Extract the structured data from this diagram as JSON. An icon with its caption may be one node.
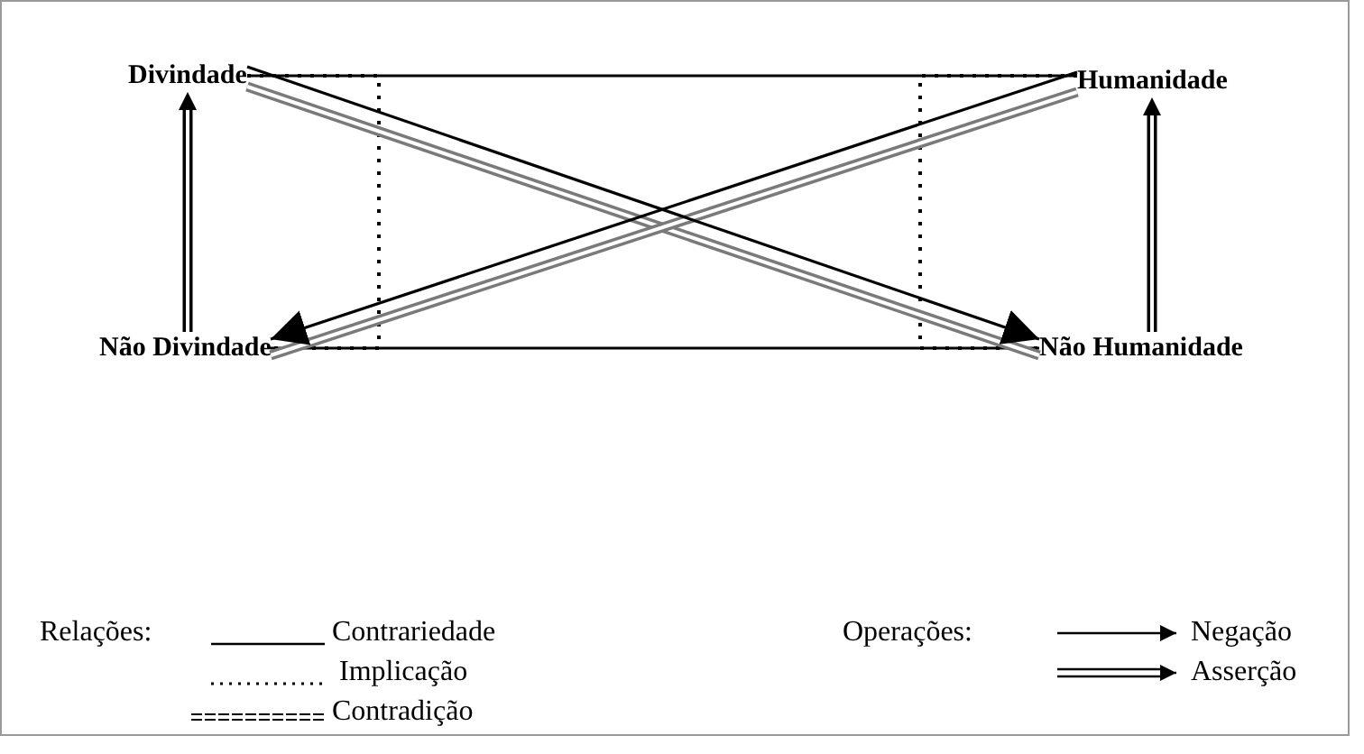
{
  "diagram": {
    "nodes": [
      {
        "text": [
          "Divindade"
        ]
      },
      {
        "text": [
          "Humanidade"
        ]
      },
      {
        "text": [
          "Não Divindade"
        ]
      },
      {
        "text": [
          "Não Humanidade"
        ]
      }
    ],
    "edges": [
      {
        "from": 0,
        "to": 1,
        "arrow": "none"
      },
      {
        "from": 2,
        "to": 3,
        "arrow": "none"
      },
      {
        "from": 0,
        "to": 2,
        "arrow": "none",
        "style": "dashed"
      },
      {
        "from": 1,
        "to": 3,
        "arrow": "none",
        "style": "dashed"
      },
      {
        "from": 0,
        "to": 3,
        "arrow": "none",
        "style": "thick",
        "color": "#7a7a7a"
      },
      {
        "from": 1,
        "to": 2,
        "arrow": "none",
        "style": "thick",
        "color": "#7a7a7a"
      },
      {
        "from": 0,
        "to": 3,
        "arrow": "to"
      },
      {
        "from": 1,
        "to": 2,
        "arrow": "to"
      },
      {
        "from": 2,
        "to": 0,
        "arrow": "to",
        "style": "thick"
      },
      {
        "from": 3,
        "to": 1,
        "arrow": "to",
        "style": "thick"
      }
    ],
    "labels": [
      "Relações:",
      "Operações:"
    ],
    "legend": [
      {
        "text": "Contrariedade"
      },
      {
        "text": "Implicação"
      },
      {
        "text": "Contradição"
      },
      {
        "text": "Negação"
      },
      {
        "text": "Asserção"
      }
    ]
  }
}
